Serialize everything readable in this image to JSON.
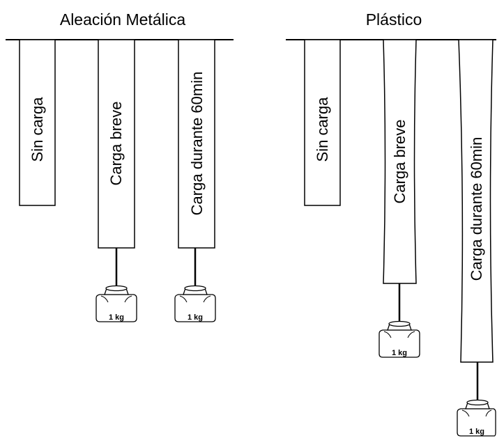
{
  "panels": {
    "metal": {
      "title": "Aleación Metálica",
      "bars": [
        {
          "label": "Sin carga"
        },
        {
          "label": "Carga breve"
        },
        {
          "label": "Carga durante 60min"
        }
      ]
    },
    "plastic": {
      "title": "Plástico",
      "bars": [
        {
          "label": "Sin carga"
        },
        {
          "label": "Carga breve"
        },
        {
          "label": "Carga durante 60min"
        }
      ]
    }
  },
  "weights": [
    "1 kg",
    "1 kg",
    "1 kg",
    "1 kg"
  ]
}
